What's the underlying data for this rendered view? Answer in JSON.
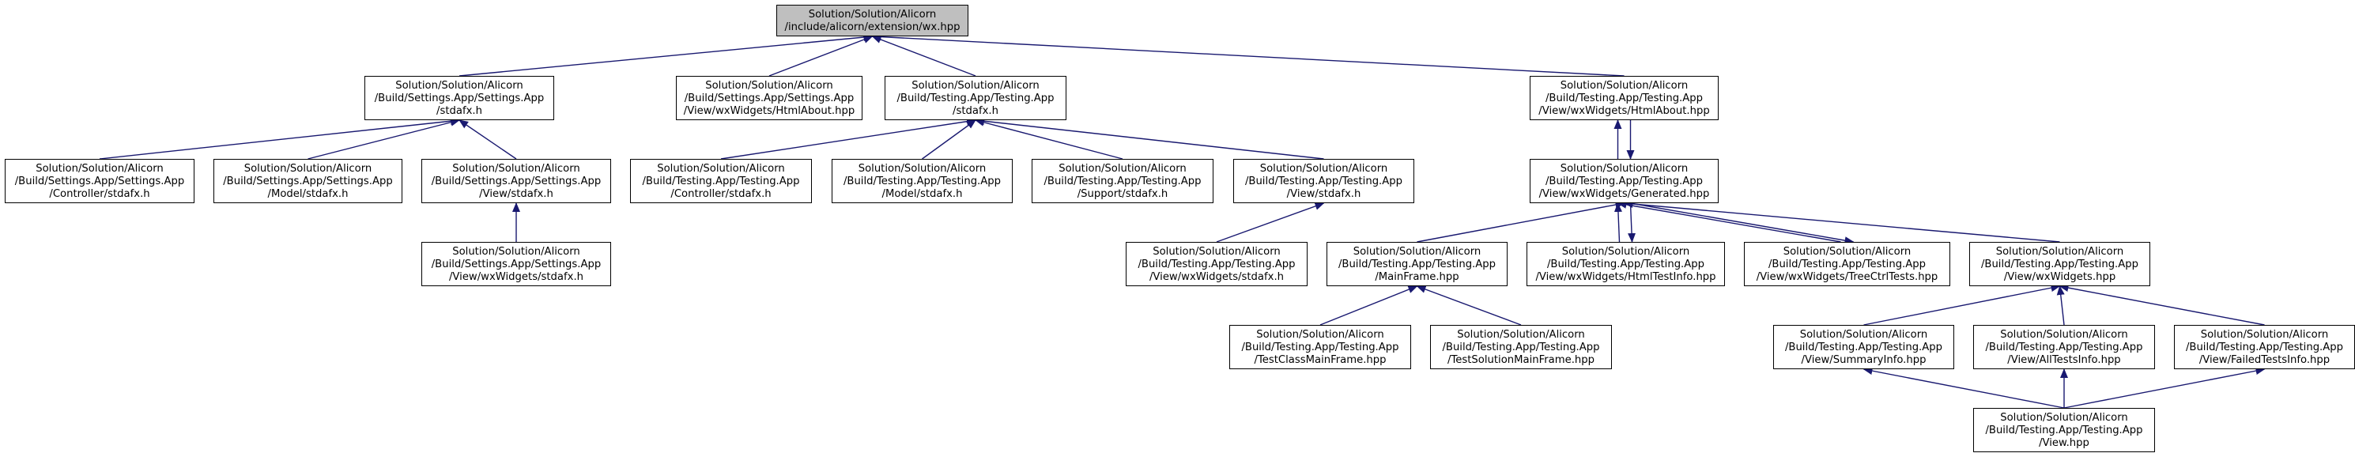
{
  "colors": {
    "edge": "#191970",
    "node_border": "#000000",
    "root_fill": "#bfbfbf",
    "node_fill": "#ffffff"
  },
  "nodes": {
    "root": {
      "lines": [
        "Solution/Solution/Alicorn",
        "/include/alicorn/extension/wx.hpp"
      ]
    },
    "s_stdafx": {
      "lines": [
        "Solution/Solution/Alicorn",
        "/Build/Settings.App/Settings.App",
        "/stdafx.h"
      ]
    },
    "s_html": {
      "lines": [
        "Solution/Solution/Alicorn",
        "/Build/Settings.App/Settings.App",
        "/View/wxWidgets/HtmlAbout.hpp"
      ]
    },
    "t_stdafx": {
      "lines": [
        "Solution/Solution/Alicorn",
        "/Build/Testing.App/Testing.App",
        "/stdafx.h"
      ]
    },
    "t_html": {
      "lines": [
        "Solution/Solution/Alicorn",
        "/Build/Testing.App/Testing.App",
        "/View/wxWidgets/HtmlAbout.hpp"
      ]
    },
    "s_ctrl": {
      "lines": [
        "Solution/Solution/Alicorn",
        "/Build/Settings.App/Settings.App",
        "/Controller/stdafx.h"
      ]
    },
    "s_model": {
      "lines": [
        "Solution/Solution/Alicorn",
        "/Build/Settings.App/Settings.App",
        "/Model/stdafx.h"
      ]
    },
    "s_view": {
      "lines": [
        "Solution/Solution/Alicorn",
        "/Build/Settings.App/Settings.App",
        "/View/stdafx.h"
      ]
    },
    "t_ctrl": {
      "lines": [
        "Solution/Solution/Alicorn",
        "/Build/Testing.App/Testing.App",
        "/Controller/stdafx.h"
      ]
    },
    "t_model": {
      "lines": [
        "Solution/Solution/Alicorn",
        "/Build/Testing.App/Testing.App",
        "/Model/stdafx.h"
      ]
    },
    "t_support": {
      "lines": [
        "Solution/Solution/Alicorn",
        "/Build/Testing.App/Testing.App",
        "/Support/stdafx.h"
      ]
    },
    "t_view": {
      "lines": [
        "Solution/Solution/Alicorn",
        "/Build/Testing.App/Testing.App",
        "/View/stdafx.h"
      ]
    },
    "t_gen": {
      "lines": [
        "Solution/Solution/Alicorn",
        "/Build/Testing.App/Testing.App",
        "/View/wxWidgets/Generated.hpp"
      ]
    },
    "s_wxstd": {
      "lines": [
        "Solution/Solution/Alicorn",
        "/Build/Settings.App/Settings.App",
        "/View/wxWidgets/stdafx.h"
      ]
    },
    "t_wxstd": {
      "lines": [
        "Solution/Solution/Alicorn",
        "/Build/Testing.App/Testing.App",
        "/View/wxWidgets/stdafx.h"
      ]
    },
    "t_main": {
      "lines": [
        "Solution/Solution/Alicorn",
        "/Build/Testing.App/Testing.App",
        "/MainFrame.hpp"
      ]
    },
    "t_htmltest": {
      "lines": [
        "Solution/Solution/Alicorn",
        "/Build/Testing.App/Testing.App",
        "/View/wxWidgets/HtmlTestInfo.hpp"
      ]
    },
    "t_tree": {
      "lines": [
        "Solution/Solution/Alicorn",
        "/Build/Testing.App/Testing.App",
        "/View/wxWidgets/TreeCtrlTests.hpp"
      ]
    },
    "t_wxw": {
      "lines": [
        "Solution/Solution/Alicorn",
        "/Build/Testing.App/Testing.App",
        "/View/wxWidgets.hpp"
      ]
    },
    "t_class": {
      "lines": [
        "Solution/Solution/Alicorn",
        "/Build/Testing.App/Testing.App",
        "/TestClassMainFrame.hpp"
      ]
    },
    "t_solmain": {
      "lines": [
        "Solution/Solution/Alicorn",
        "/Build/Testing.App/Testing.App",
        "/TestSolutionMainFrame.hpp"
      ]
    },
    "t_summary": {
      "lines": [
        "Solution/Solution/Alicorn",
        "/Build/Testing.App/Testing.App",
        "/View/SummaryInfo.hpp"
      ]
    },
    "t_all": {
      "lines": [
        "Solution/Solution/Alicorn",
        "/Build/Testing.App/Testing.App",
        "/View/AllTestsInfo.hpp"
      ]
    },
    "t_failed": {
      "lines": [
        "Solution/Solution/Alicorn",
        "/Build/Testing.App/Testing.App",
        "/View/FailedTestsInfo.hpp"
      ]
    },
    "t_viewhpp": {
      "lines": [
        "Solution/Solution/Alicorn",
        "/Build/Testing.App/Testing.App",
        "/View.hpp"
      ]
    }
  },
  "edges": [
    [
      "s_stdafx",
      "root"
    ],
    [
      "s_html",
      "root"
    ],
    [
      "t_stdafx",
      "root"
    ],
    [
      "t_html",
      "root"
    ],
    [
      "s_ctrl",
      "s_stdafx"
    ],
    [
      "s_model",
      "s_stdafx"
    ],
    [
      "s_view",
      "s_stdafx"
    ],
    [
      "s_wxstd",
      "s_view"
    ],
    [
      "t_ctrl",
      "t_stdafx"
    ],
    [
      "t_model",
      "t_stdafx"
    ],
    [
      "t_support",
      "t_stdafx"
    ],
    [
      "t_view",
      "t_stdafx"
    ],
    [
      "t_wxstd",
      "t_view"
    ],
    [
      "t_gen",
      "t_html"
    ],
    [
      "t_html",
      "t_gen"
    ],
    [
      "t_main",
      "t_gen"
    ],
    [
      "t_htmltest",
      "t_gen"
    ],
    [
      "t_gen",
      "t_htmltest"
    ],
    [
      "t_tree",
      "t_gen"
    ],
    [
      "t_gen",
      "t_tree"
    ],
    [
      "t_wxw",
      "t_gen"
    ],
    [
      "t_class",
      "t_main"
    ],
    [
      "t_solmain",
      "t_main"
    ],
    [
      "t_summary",
      "t_wxw"
    ],
    [
      "t_all",
      "t_wxw"
    ],
    [
      "t_failed",
      "t_wxw"
    ],
    [
      "t_viewhpp",
      "t_summary"
    ],
    [
      "t_viewhpp",
      "t_all"
    ],
    [
      "t_viewhpp",
      "t_failed"
    ]
  ]
}
